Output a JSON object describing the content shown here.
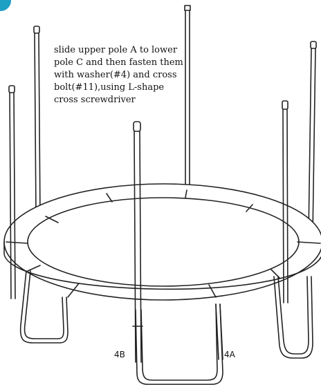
{
  "instruction": {
    "lines": [
      "slide upper pole A to lower",
      "pole C and then fasten them",
      "with washer(#4) and cross",
      "bolt(#11),using L-shape",
      "cross screwdriver"
    ]
  },
  "labels": {
    "part_4b": "4B",
    "part_4a": "4A"
  },
  "colors": {
    "line": "#222222",
    "badge": "#1e9fc4"
  }
}
